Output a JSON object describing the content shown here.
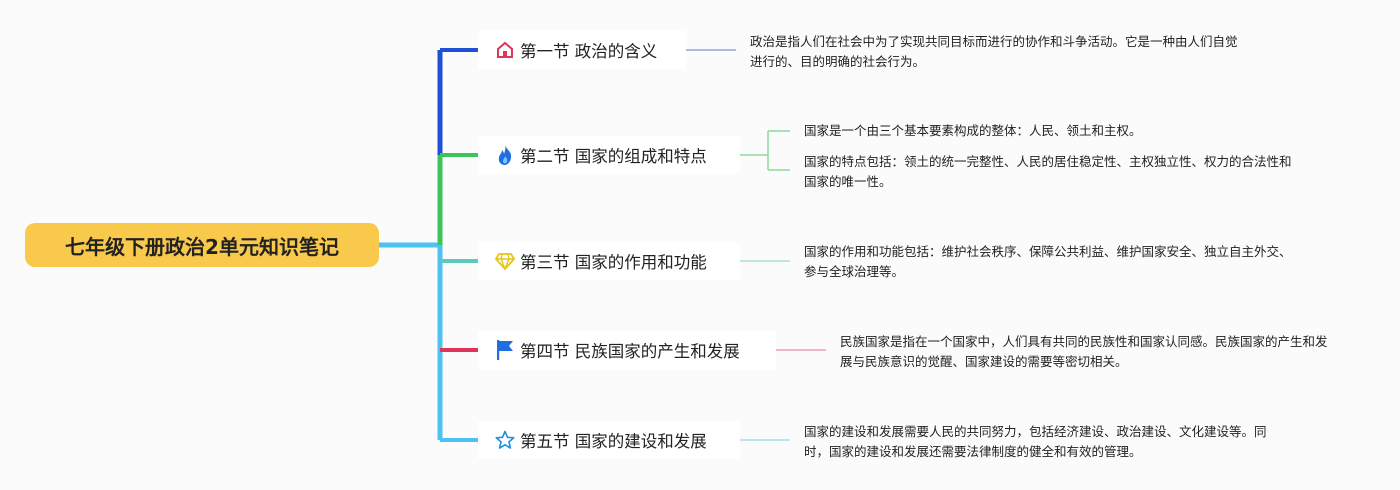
{
  "root": {
    "title": "七年级下册政治2单元知识笔记"
  },
  "branches": [
    {
      "label": "第一节 政治的含义",
      "icon": "home-icon",
      "color": "#1f4fd6",
      "notes": [
        "政治是指人们在社会中为了实现共同目标而进行的协作和斗争活动。它是一种由人们自觉进行的、目的明确的社会行为。"
      ]
    },
    {
      "label": "第二节 国家的组成和特点",
      "icon": "fire-icon",
      "color": "#3cc45a",
      "notes": [
        "国家是一个由三个基本要素构成的整体：人民、领土和主权。",
        "国家的特点包括：领土的统一完整性、人民的居住稳定性、主权独立性、权力的合法性和国家的唯一性。"
      ]
    },
    {
      "label": "第三节 国家的作用和功能",
      "icon": "gem-icon",
      "color": "#5ec9b8",
      "notes": [
        "国家的作用和功能包括：维护社会秩序、保障公共利益、维护国家安全、独立自主外交、参与全球治理等。"
      ]
    },
    {
      "label": "第四节 民族国家的产生和发展",
      "icon": "flag-icon",
      "color": "#e0345a",
      "notes": [
        "民族国家是指在一个国家中，人们具有共同的民族性和国家认同感。民族国家的产生和发展与民族意识的觉醒、国家建设的需要等密切相关。"
      ]
    },
    {
      "label": "第五节 国家的建设和发展",
      "icon": "star-icon",
      "color": "#4ec1f3",
      "notes": [
        "国家的建设和发展需要人民的共同努力，包括经济建设、政治建设、文化建设等。同时，国家的建设和发展还需要法律制度的健全和有效的管理。"
      ]
    }
  ]
}
